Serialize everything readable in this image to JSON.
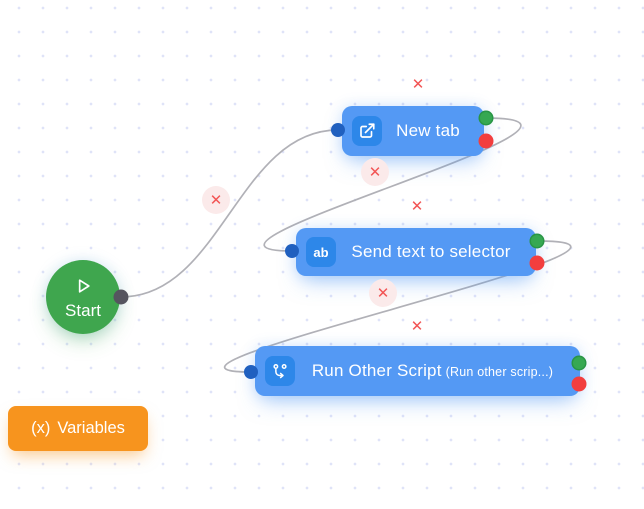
{
  "nodes": {
    "start": {
      "label": "Start"
    },
    "new_tab": {
      "label": "New tab"
    },
    "send_text": {
      "label": "Send text to selector",
      "icon_text": "ab"
    },
    "run_script": {
      "label": "Run Other Script",
      "sublabel": "(Run other scrip...)"
    }
  },
  "variables_button": {
    "prefix": "(x)",
    "label": "Variables"
  },
  "icons": {
    "delete_x": "✕"
  },
  "colors": {
    "block_blue": "#5499F4",
    "icon_badge_blue": "#2D87E9",
    "start_green": "#3FA64E",
    "variables_orange": "#F7941E",
    "success_port_green": "#36A852",
    "error_port_red": "#F23E3E",
    "input_port_blue": "#2060BF",
    "start_output_gray": "#55555F",
    "edge_gray": "#B1B1B7",
    "delete_x_red": "#F25555",
    "grid_dot": "#DFE3F8"
  }
}
